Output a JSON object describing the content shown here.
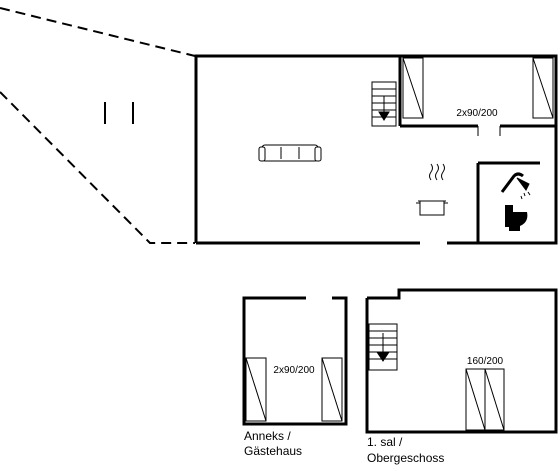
{
  "plan": {
    "ground_floor": {
      "bedroom_bed_label": "2x90/200"
    },
    "annex": {
      "bed_label": "2x90/200",
      "caption_line1": "Anneks /",
      "caption_line2": "Gästehaus"
    },
    "first_floor": {
      "bed_label": "160/200",
      "caption_line1": "1. sal /",
      "caption_line2": "Obergeschoss"
    },
    "icons": [
      "stairs-down-icon",
      "sofa-icon",
      "cooking-pot-icon",
      "shower-icon",
      "toilet-icon",
      "single-bed-icon",
      "double-bed-icon"
    ],
    "colors": {
      "line": "#000000",
      "background": "#ffffff"
    }
  }
}
